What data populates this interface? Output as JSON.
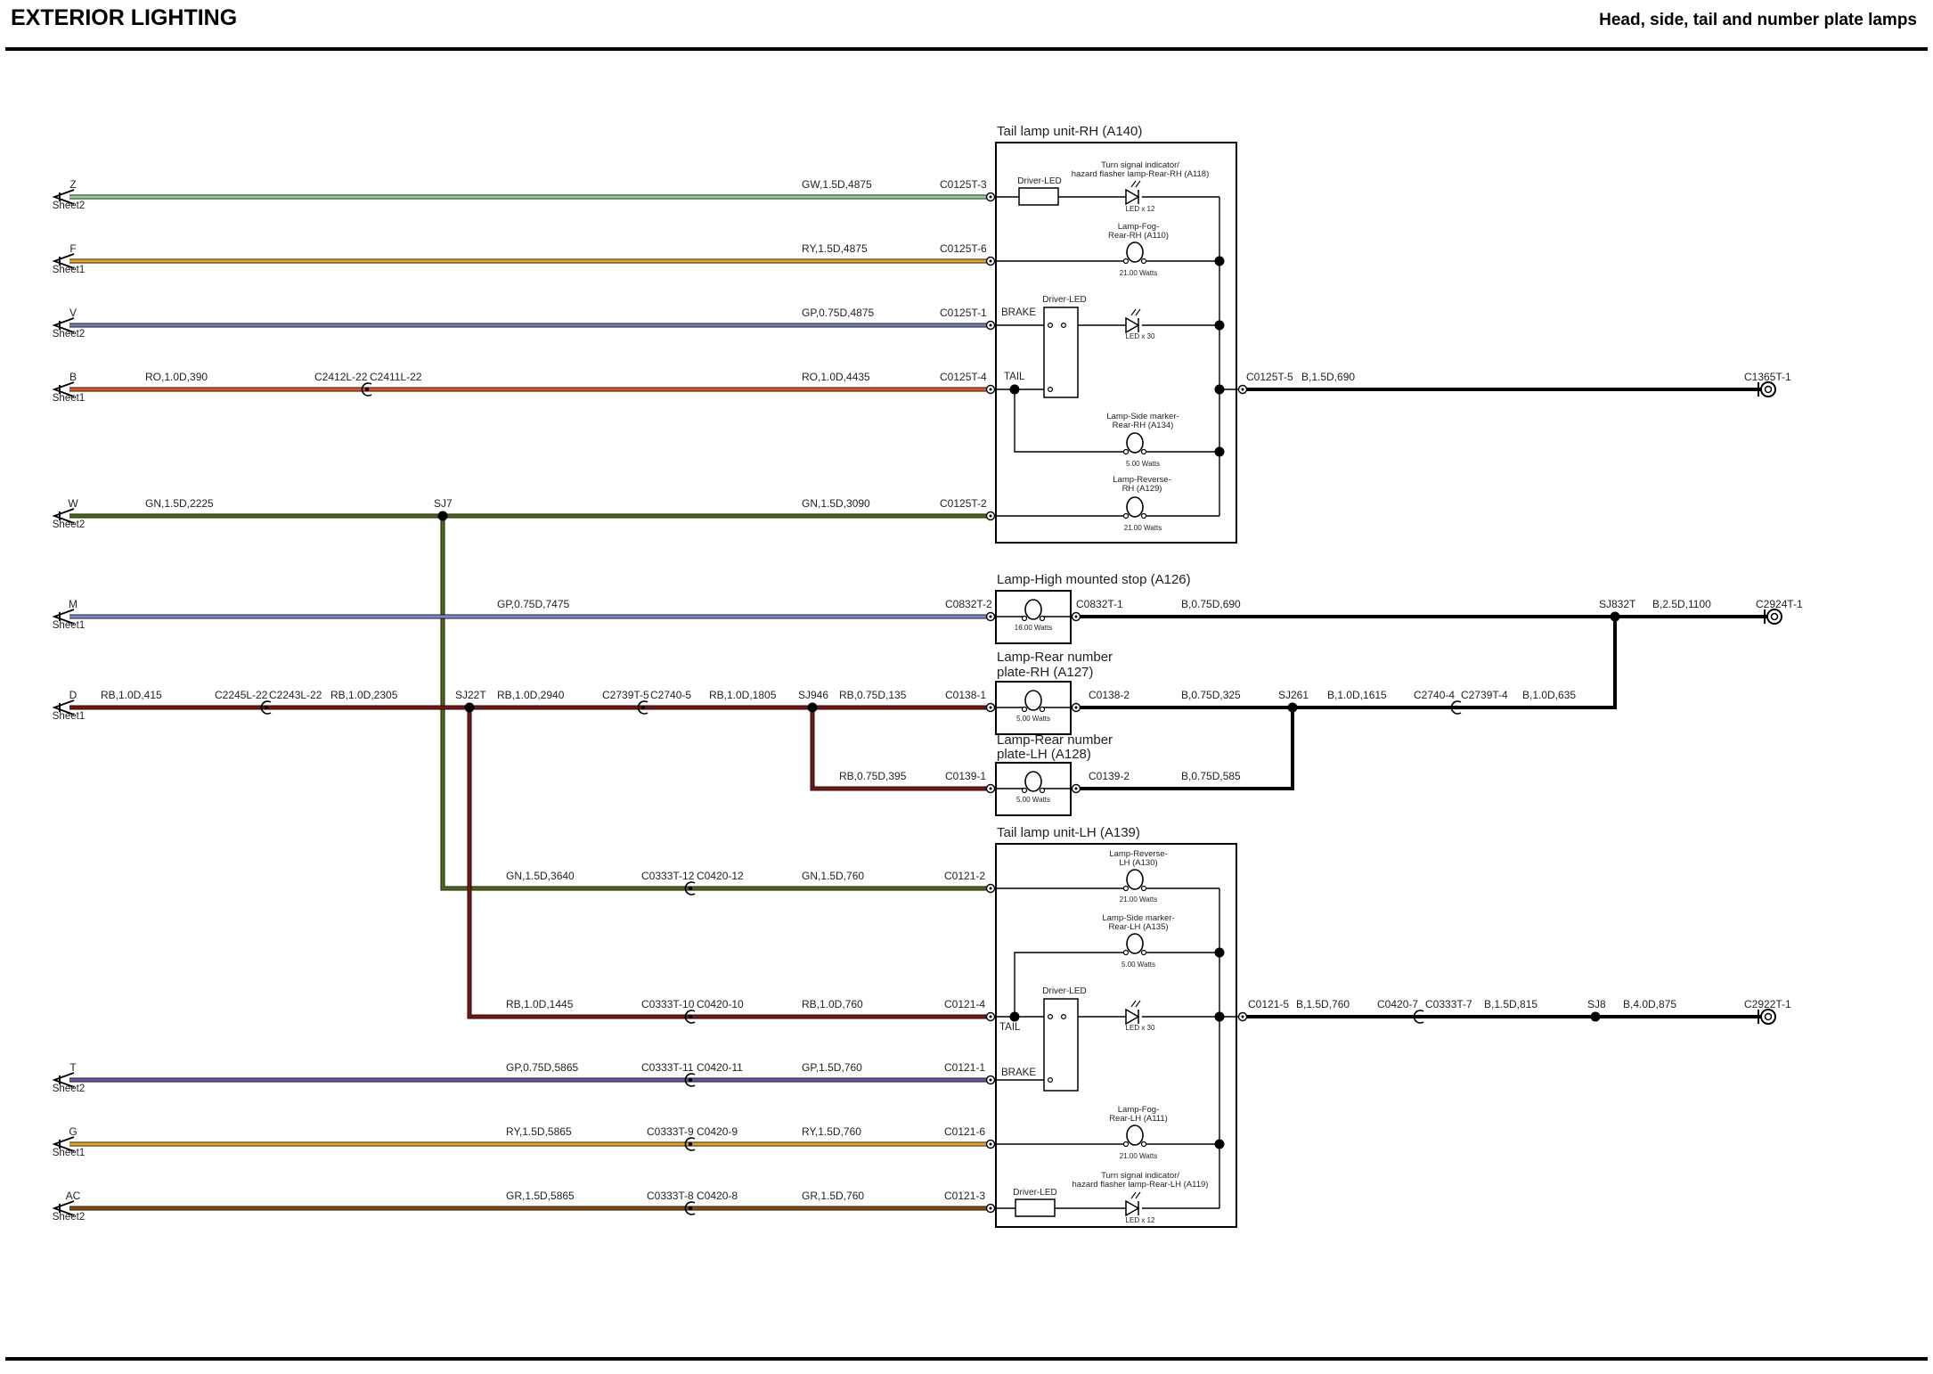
{
  "header": {
    "title": "EXTERIOR LIGHTING",
    "subtitle": "Head, side, tail and number plate lamps"
  },
  "colors": {
    "GW": "#8fd48f",
    "RY": "#e8a317",
    "GP": "#6f7fb5",
    "RO": "#e8501e",
    "GN": "#4e6b14",
    "GPm": "#7f86c8",
    "RB": "#7a1212",
    "GPt": "#6e52a6",
    "GR": "#8a4a06",
    "B": "#000000"
  },
  "sheet_refs": [
    {
      "letter": "Z",
      "sheet": "Sheet2"
    },
    {
      "letter": "F",
      "sheet": "Sheet1"
    },
    {
      "letter": "V",
      "sheet": "Sheet2"
    },
    {
      "letter": "B",
      "sheet": "Sheet1"
    },
    {
      "letter": "W",
      "sheet": "Sheet2"
    },
    {
      "letter": "M",
      "sheet": "Sheet1"
    },
    {
      "letter": "D",
      "sheet": "Sheet1"
    },
    {
      "letter": "T",
      "sheet": "Sheet2"
    },
    {
      "letter": "G",
      "sheet": "Sheet1"
    },
    {
      "letter": "AC",
      "sheet": "Sheet2"
    }
  ],
  "wire_labels": [
    "GW,1.5D,4875",
    "RY,1.5D,4875",
    "GP,0.75D,4875",
    "RO,1.0D,390",
    "RO,1.0D,4435",
    "GN,1.5D,2225",
    "GN,1.5D,3090",
    "GP,0.75D,7475",
    "RB,1.0D,415",
    "RB,1.0D,2305",
    "RB,1.0D,2940",
    "RB,1.0D,1805",
    "RB,0.75D,135",
    "RB,0.75D,395",
    "GN,1.5D,3640",
    "GN,1.5D,760",
    "RB,1.0D,1445",
    "RB,1.0D,760",
    "GP,0.75D,5865",
    "GP,1.5D,760",
    "RY,1.5D,5865",
    "RY,1.5D,760",
    "GR,1.5D,5865",
    "GR,1.5D,760",
    "B,1.5D,690",
    "B,0.75D,690",
    "B,2.5D,1100",
    "B,0.75D,325",
    "B,1.0D,1615",
    "B,1.0D,635",
    "B,0.75D,585",
    "B,1.5D,760",
    "B,1.5D,815",
    "B,4.0D,875"
  ],
  "connector_labels": [
    "C0125T-3",
    "C0125T-6",
    "C0125T-1",
    "C0125T-4",
    "C0125T-2",
    "C2412L-22",
    "C2411L-22",
    "C0125T-5",
    "C1365T-1",
    "C0832T-2",
    "C0832T-1",
    "C2924T-1",
    "C2245L-22",
    "C2243L-22",
    "C2739T-5",
    "C2740-5",
    "C0138-1",
    "C0138-2",
    "C2740-4",
    "C2739T-4",
    "C0139-1",
    "C0139-2",
    "C0333T-12",
    "C0420-12",
    "C0121-2",
    "C0333T-10",
    "C0420-10",
    "C0121-4",
    "C0121-5",
    "C0420-7",
    "C0333T-7",
    "C2922T-1",
    "C0333T-11",
    "C0420-11",
    "C0121-1",
    "C0333T-9",
    "C0420-9",
    "C0121-6",
    "C0333T-8",
    "C0420-8",
    "C0121-3"
  ],
  "splice_labels": [
    "SJ7",
    "SJ22T",
    "SJ946",
    "SJ832T",
    "SJ261",
    "SJ8"
  ],
  "components": {
    "tail_rh": "Tail lamp unit-RH (A140)",
    "tail_lh": "Tail lamp unit-LH (A139)",
    "hms": "Lamp-High mounted stop (A126)",
    "np_rh_1": "Lamp-Rear number",
    "np_rh_2": "plate-RH (A127)",
    "np_lh_1": "Lamp-Rear number",
    "np_lh_2": "plate-LH (A128)"
  },
  "inner_labels": [
    "Driver-LED",
    "Turn signal indicator/",
    "hazard flasher lamp-Rear-RH (A118)",
    "LED x 12",
    "Lamp-Fog-",
    "Rear-RH (A110)",
    "21.00 Watts",
    "BRAKE",
    "Driver-LED",
    "LED x 30",
    "TAIL",
    "Lamp-Side marker-",
    "Rear-RH (A134)",
    "5.00 Watts",
    "Lamp-Reverse-",
    "RH (A129)",
    "21.00 Watts",
    "16.00 Watts",
    "5.00 Watts",
    "5.00 Watts",
    "Lamp-Reverse-",
    "LH (A130)",
    "21.00 Watts",
    "Lamp-Side marker-",
    "Rear-LH (A135)",
    "5.00 Watts",
    "Driver-LED",
    "LED x 30",
    "TAIL",
    "BRAKE",
    "Lamp-Fog-",
    "Rear-LH (A111)",
    "21.00 Watts",
    "Turn signal indicator/",
    "hazard flasher lamp-Rear-LH (A119)",
    "Driver-LED",
    "LED x 12"
  ]
}
